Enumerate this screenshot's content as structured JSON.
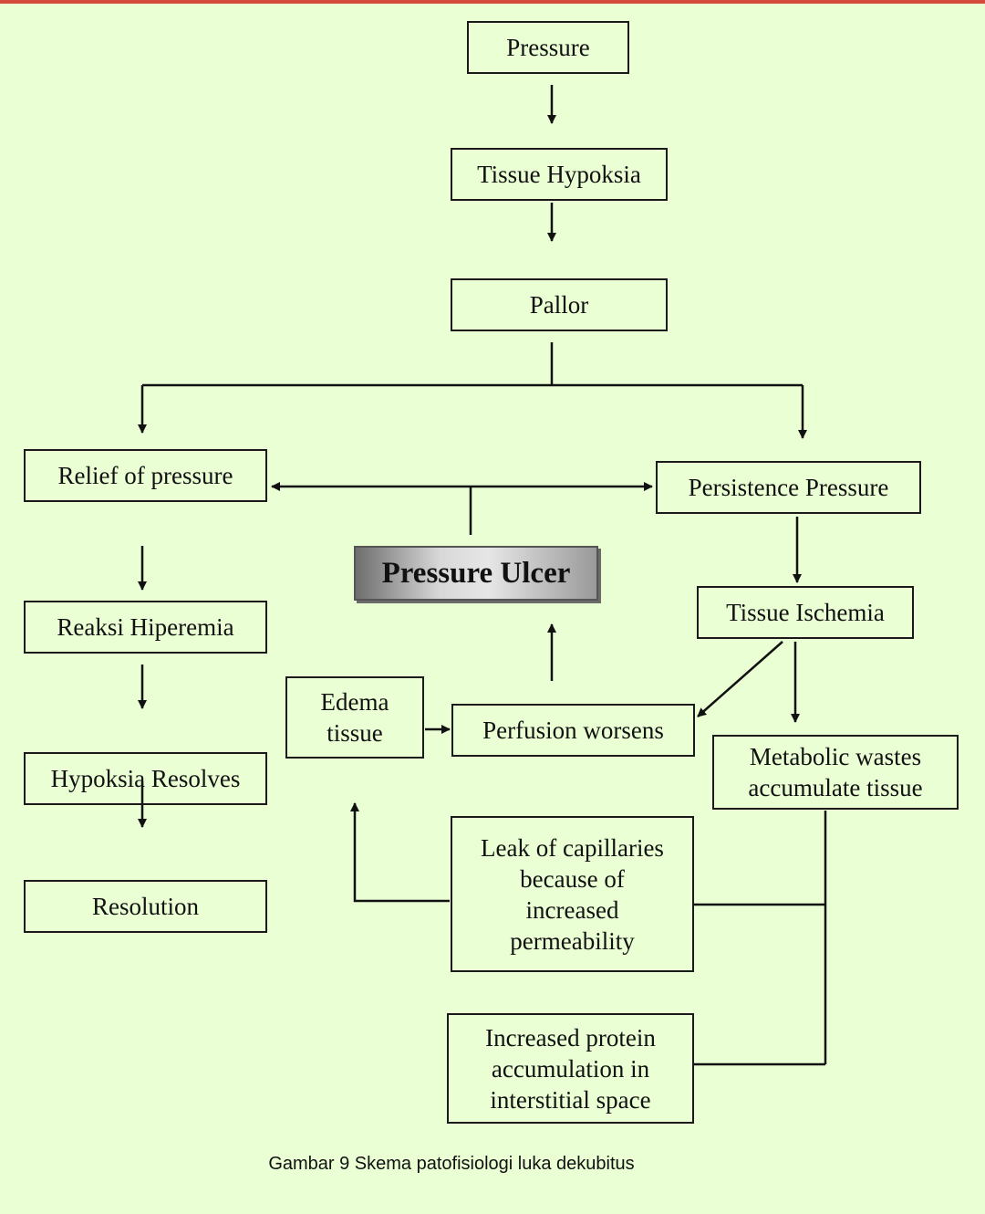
{
  "diagram": {
    "nodes": {
      "pressure": "Pressure",
      "tissue_hypoksia": "Tissue Hypoksia",
      "pallor": "Pallor",
      "relief_of_pressure": "Relief of pressure",
      "persistence_pressure": "Persistence Pressure",
      "pressure_ulcer": "Pressure Ulcer",
      "reaksi_hiperemia": "Reaksi Hiperemia",
      "tissue_ischemia": "Tissue Ischemia",
      "edema_tissue": "Edema\ntissue",
      "perfusion_worsens": "Perfusion worsens",
      "hypoksia_resolves": "Hypoksia Resolves",
      "metabolic_wastes": "Metabolic wastes\naccumulate tissue",
      "leak_of_capillaries": "Leak of capillaries\nbecause of\nincreased\npermeability",
      "resolution": "Resolution",
      "increased_protein": "Increased protein\naccumulation in\ninterstitial space"
    },
    "caption": "Gambar 9 Skema patofisiologi luka dekubitus"
  },
  "colors": {
    "background": "#ebffd4",
    "line": "#111111",
    "top_bar": "#d64a3c"
  }
}
